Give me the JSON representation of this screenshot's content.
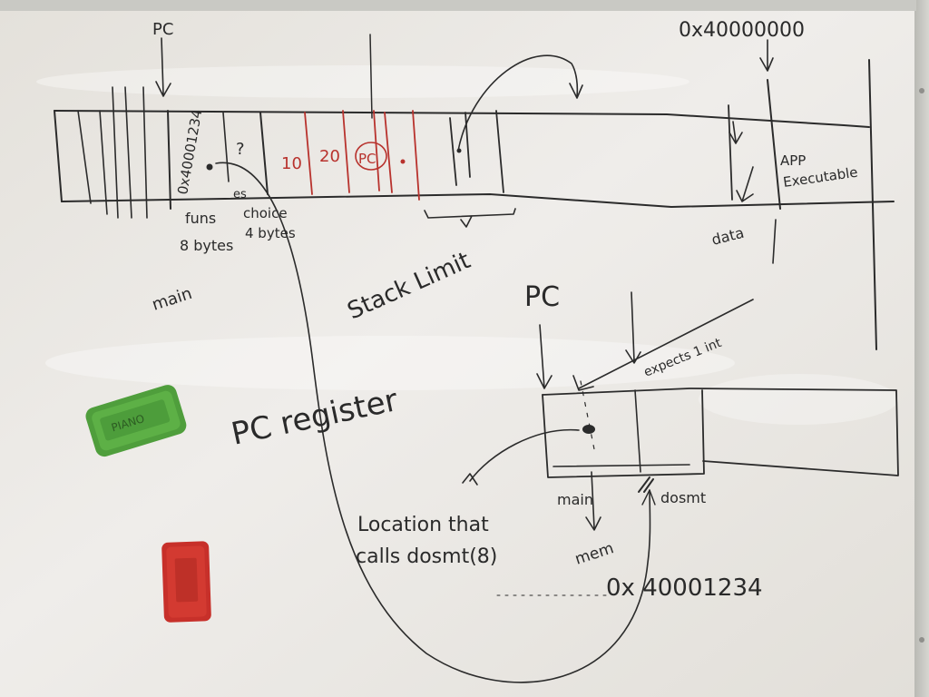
{
  "labels": {
    "pc_top": "PC",
    "addr_top": "0x40000000",
    "addr_cell": "0x40001234",
    "q_mark": "?",
    "es": "es",
    "funs": "funs",
    "funs_bytes": "8 bytes",
    "choice": "choice",
    "choice_bytes": "4 bytes",
    "val_10": "10",
    "val_20": "20",
    "val_pc": "PC",
    "main_top": "main",
    "stack_limit": "Stack Limit",
    "app_executable_1": "APP",
    "app_executable_2": "Executable",
    "data": "data",
    "pc_mid": "PC",
    "expects": "expects 1 int",
    "pc_register": "PC register",
    "location_1": "Location that",
    "location_2": "calls dosmt(8)",
    "main_bottom": "main",
    "dosmt": "dosmt",
    "mem": "mem",
    "addr_bottom": "0x 40001234",
    "eraser_green": "PIANO",
    "eraser_red": ""
  },
  "colors": {
    "ink_black": "#2b2b2b",
    "ink_red": "#b8322d",
    "board": "#ece9e3",
    "eraser_green": "#4f9e3c",
    "eraser_red": "#c7302a"
  }
}
